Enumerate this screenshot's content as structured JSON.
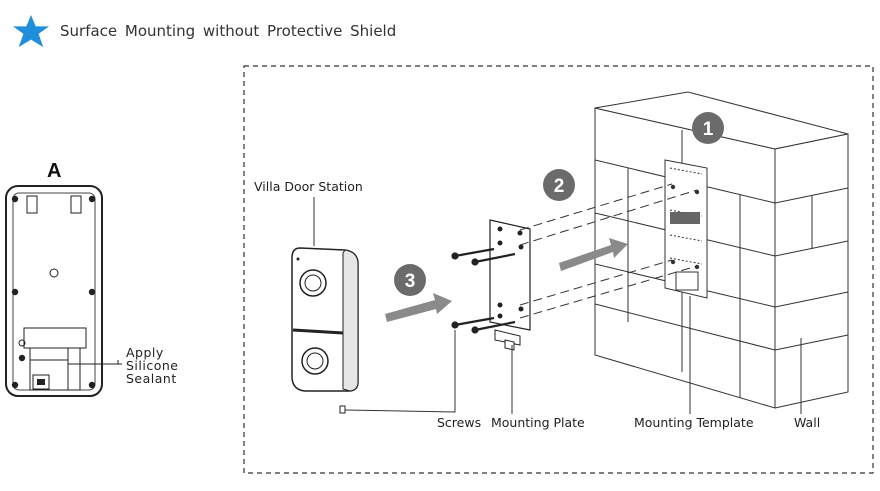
{
  "header": {
    "title": "Surface  Mounting  without Protective Shield",
    "icon": "star-icon",
    "icon_color": "#1f8fdc"
  },
  "detail": {
    "letter": "A",
    "note_lines": [
      "Apply",
      "Silicone",
      "Sealant"
    ]
  },
  "steps": [
    "1",
    "2",
    "3"
  ],
  "labels": {
    "door_station": "Villa Door Station",
    "screws": "Screws",
    "mounting_plate": "Mounting Plate",
    "mounting_template": "Mounting Template",
    "wall": "Wall"
  },
  "colors": {
    "badge": "#6b6b6b",
    "arrow": "#8a8a8a",
    "line": "#333333"
  }
}
